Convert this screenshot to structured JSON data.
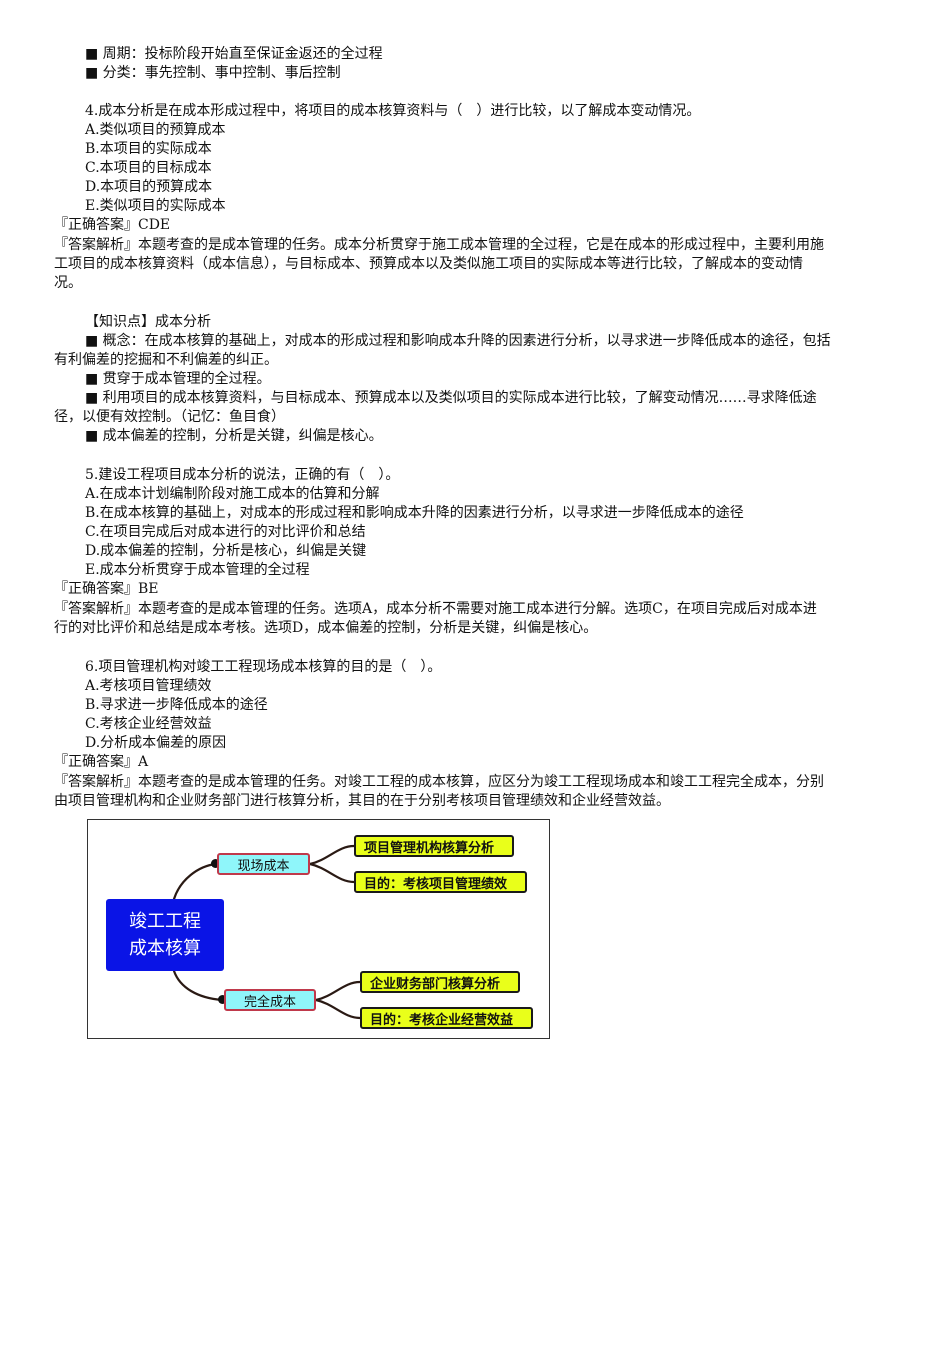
{
  "intro_bullets": [
    "■ 周期：投标阶段开始直至保证金返还的全过程",
    "■ 分类：事先控制、事中控制、事后控制"
  ],
  "q4": {
    "question": "4.成本分析是在成本形成过程中，将项目的成本核算资料与（　）进行比较，以了解成本变动情况。",
    "options": [
      "A.类似项目的预算成本",
      "B.本项目的实际成本",
      "C.本项目的目标成本",
      "D.本项目的预算成本",
      "E.类似项目的实际成本"
    ],
    "answer": "『正确答案』CDE",
    "analysis_lines": [
      "『答案解析』本题考查的是成本管理的任务。成本分析贯穿于施工成本管理的全过程，它是在成本的形成过程中，主要利用施",
      "工项目的成本核算资料（成本信息），与目标成本、预算成本以及类似施工项目的实际成本等进行比较，了解成本的变动情",
      "况。"
    ]
  },
  "knowledge": {
    "title": "【知识点】成本分析",
    "lines": [
      "■ 概念：在成本核算的基础上，对成本的形成过程和影响成本升降的因素进行分析，以寻求进一步降低成本的途径，包括",
      "有利偏差的挖掘和不利偏差的纠正。",
      "■ 贯穿于成本管理的全过程。",
      "■ 利用项目的成本核算资料，与目标成本、预算成本以及类似项目的实际成本进行比较，了解变动情况……寻求降低途",
      "径，以便有效控制。（记忆：鱼目食）",
      "■ 成本偏差的控制，分析是关键，纠偏是核心。"
    ]
  },
  "q5": {
    "question": "5.建设工程项目成本分析的说法，正确的有（　）。",
    "options": [
      "A.在成本计划编制阶段对施工成本的估算和分解",
      "B.在成本核算的基础上，对成本的形成过程和影响成本升降的因素进行分析，以寻求进一步降低成本的途径",
      "C.在项目完成后对成本进行的对比评价和总结",
      "D.成本偏差的控制，分析是核心，纠偏是关键",
      "E.成本分析贯穿于成本管理的全过程"
    ],
    "answer": "『正确答案』BE",
    "analysis_lines": [
      "『答案解析』本题考查的是成本管理的任务。选项A，成本分析不需要对施工成本进行分解。选项C，在项目完成后对成本进",
      "行的对比评价和总结是成本考核。选项D，成本偏差的控制，分析是关键，纠偏是核心。"
    ]
  },
  "q6": {
    "question": "6.项目管理机构对竣工工程现场成本核算的目的是（　）。",
    "options": [
      "A.考核项目管理绩效",
      "B.寻求进一步降低成本的途径",
      "C.考核企业经营效益",
      "D.分析成本偏差的原因"
    ],
    "answer": "『正确答案』A",
    "analysis_lines": [
      "『答案解析』本题考查的是成本管理的任务。对竣工工程的成本核算，应区分为竣工工程现场成本和竣工工程完全成本，分别",
      "由项目管理机构和企业财务部门进行核算分析，其目的在于分别考核项目管理绩效和企业经营效益。"
    ]
  },
  "diagram": {
    "root_lines": [
      "竣工工程",
      "成本核算"
    ],
    "branches": [
      {
        "label": "现场成本",
        "leaves": [
          "项目管理机构核算分析",
          "目的：考核项目管理绩效"
        ]
      },
      {
        "label": "完全成本",
        "leaves": [
          "企业财务部门核算分析",
          "目的：考核企业经营效益"
        ]
      }
    ],
    "colors": {
      "root_bg": "#0a14e6",
      "mid_bg": "#8ff6fa",
      "mid_border": "#c0394b",
      "leaf_bg": "#e9ff1a",
      "leaf_border": "#1a1a1a",
      "connector": "#2a1a14"
    }
  }
}
